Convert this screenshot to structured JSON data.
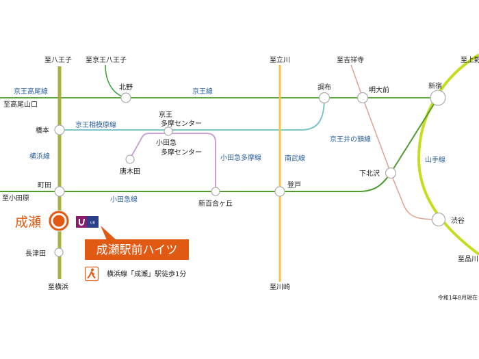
{
  "title": "成瀬駅前ハイツ 路線図",
  "property": {
    "name": "成瀬駅前ハイツ",
    "station": "成瀬",
    "access": "横浜線「成瀬」駅徒歩1分",
    "logo_text": "UR"
  },
  "date_note": "令和1年8月現在",
  "lines": {
    "keio": "京王線",
    "keio_takao": "京王高尾線",
    "keio_sagamihara": "京王相模原線",
    "yokohama": "横浜線",
    "odakyu": "小田急線",
    "odakyu_tama": "小田急多摩線",
    "nambu": "南武線",
    "inokashira": "京王井の頭線",
    "yamanote": "山手線"
  },
  "directions": {
    "hachioji": "至八王子",
    "keio_hachioji": "至京王八王子",
    "takaosanguchi": "至高尾山口",
    "odawara": "至小田原",
    "yokohama": "至横浜",
    "tachikawa": "至立川",
    "kawasaki": "至川崎",
    "kichijoji": "至吉祥寺",
    "ueno": "至上野",
    "shinagawa": "至品川"
  },
  "stations": {
    "kitano": "北野",
    "hashimoto": "橋本",
    "keio_tama_1": "京王",
    "keio_tama_2": "多摩センター",
    "odakyu_tama_1": "小田急",
    "odakyu_tama_2": "多摩センター",
    "karakida": "唐木田",
    "machida": "町田",
    "shinyurigaoka": "新百合ヶ丘",
    "nagatsuta": "長津田",
    "chofu": "調布",
    "meidaimae": "明大前",
    "shinjuku": "新宿",
    "shimokitazawa": "下北沢",
    "noborito": "登戸",
    "shibuya": "渋谷"
  },
  "colors": {
    "accent": "#e05a14",
    "yokohama": "#a9b23c",
    "keio": "#5aa83a",
    "sagamihara": "#7cc4c8",
    "odakyu": "#4e9a2e",
    "odakyu_tama": "#c8a2d2",
    "nambu": "#f6c444",
    "inokashira": "#e0a496",
    "yamanote": "#c6dc1e"
  }
}
